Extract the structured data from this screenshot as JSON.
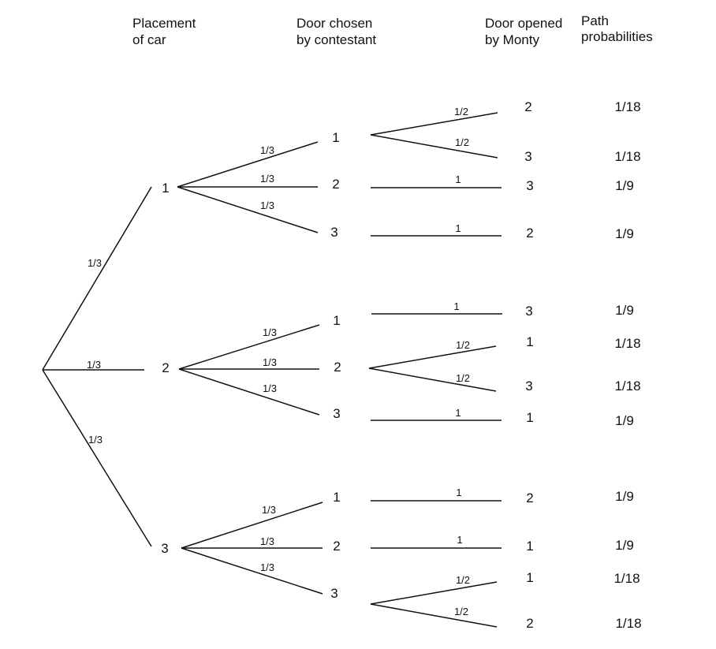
{
  "headers": {
    "car": [
      "Placement",
      "of car"
    ],
    "chosen": [
      "Door chosen",
      "by contestant"
    ],
    "opened": [
      "Door opened",
      "by Monty"
    ],
    "prob": [
      "Path",
      "probabilities"
    ]
  },
  "root_edges": [
    {
      "to": "1",
      "label": "1/3"
    },
    {
      "to": "2",
      "label": "1/3"
    },
    {
      "to": "3",
      "label": "1/3"
    }
  ],
  "car_nodes": [
    {
      "label": "1",
      "chosen": [
        {
          "label": "1",
          "edge_label": "1/3",
          "opened": [
            {
              "door": "2",
              "edge_label": "1/2",
              "path_prob": "1/18"
            },
            {
              "door": "3",
              "edge_label": "1/2",
              "path_prob": "1/18"
            }
          ]
        },
        {
          "label": "2",
          "edge_label": "1/3",
          "opened": [
            {
              "door": "3",
              "edge_label": "1",
              "path_prob": "1/9"
            }
          ]
        },
        {
          "label": "3",
          "edge_label": "1/3",
          "opened": [
            {
              "door": "2",
              "edge_label": "1",
              "path_prob": "1/9"
            }
          ]
        }
      ]
    },
    {
      "label": "2",
      "chosen": [
        {
          "label": "1",
          "edge_label": "1/3",
          "opened": [
            {
              "door": "3",
              "edge_label": "1",
              "path_prob": "1/9"
            }
          ]
        },
        {
          "label": "2",
          "edge_label": "1/3",
          "opened": [
            {
              "door": "1",
              "edge_label": "1/2",
              "path_prob": "1/18"
            },
            {
              "door": "3",
              "edge_label": "1/2",
              "path_prob": "1/18"
            }
          ]
        },
        {
          "label": "3",
          "edge_label": "1/3",
          "opened": [
            {
              "door": "1",
              "edge_label": "1",
              "path_prob": "1/9"
            }
          ]
        }
      ]
    },
    {
      "label": "3",
      "chosen": [
        {
          "label": "1",
          "edge_label": "1/3",
          "opened": [
            {
              "door": "2",
              "edge_label": "1",
              "path_prob": "1/9"
            }
          ]
        },
        {
          "label": "2",
          "edge_label": "1/3",
          "opened": [
            {
              "door": "1",
              "edge_label": "1",
              "path_prob": "1/9"
            }
          ]
        },
        {
          "label": "3",
          "edge_label": "1/3",
          "opened": [
            {
              "door": "1",
              "edge_label": "1/2",
              "path_prob": "1/18"
            },
            {
              "door": "2",
              "edge_label": "1/2",
              "path_prob": "1/18"
            }
          ]
        }
      ]
    }
  ]
}
